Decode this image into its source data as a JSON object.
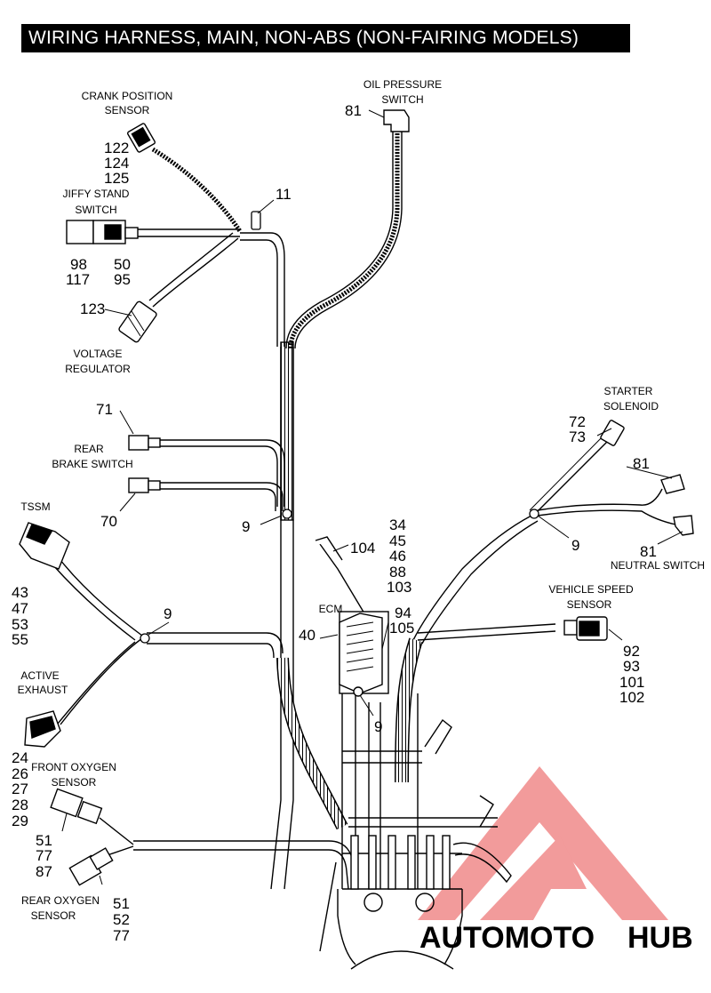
{
  "title": "WIRING HARNESS, MAIN, NON-ABS (NON-FAIRING MODELS)",
  "labels": {
    "crank_position_sensor": [
      "CRANK POSITION",
      "SENSOR"
    ],
    "crank_position_numbers": [
      "122",
      "124",
      "125"
    ],
    "jiffy_stand_switch": [
      "JIFFY STAND",
      "SWITCH"
    ],
    "jiffy_left_numbers": [
      "98",
      "117"
    ],
    "jiffy_right_numbers": [
      "50",
      "95"
    ],
    "voltage_regulator": [
      "VOLTAGE",
      "REGULATOR"
    ],
    "voltage_regulator_number": "123",
    "clip_top_number": "11",
    "oil_pressure_switch": [
      "OIL PRESSURE",
      "SWITCH"
    ],
    "oil_pressure_number": "81",
    "rear_brake_switch": [
      "REAR",
      "BRAKE SWITCH"
    ],
    "rear_brake_number_top": "71",
    "rear_brake_number_bottom": "70",
    "clip_upper_number": "9",
    "tssm": "TSSM",
    "tssm_numbers": [
      "43",
      "47",
      "53",
      "55"
    ],
    "clip_left_number": "9",
    "active_exhaust": [
      "ACTIVE",
      "EXHAUST"
    ],
    "active_exhaust_numbers": [
      "24",
      "26",
      "27",
      "28",
      "29"
    ],
    "front_oxygen_sensor": [
      "FRONT OXYGEN",
      "SENSOR"
    ],
    "front_oxygen_numbers": [
      "51",
      "77",
      "87"
    ],
    "rear_oxygen_sensor": [
      "REAR OXYGEN",
      "SENSOR"
    ],
    "rear_oxygen_numbers": [
      "51",
      "52",
      "77"
    ],
    "ecm": "ECM",
    "ecm_number": "40",
    "ecm_pin_number": "104",
    "ecm_numbers": [
      "34",
      "45",
      "46",
      "88",
      "103"
    ],
    "ecm_side_numbers": [
      "94",
      "105"
    ],
    "clip_ecm_number": "9",
    "starter_solenoid": [
      "STARTER",
      "SOLENOID"
    ],
    "starter_numbers": [
      "72",
      "73"
    ],
    "starter_ring_number": "81",
    "neutral_switch": "NEUTRAL SWITCH",
    "neutral_switch_number": "81",
    "clip_right_number": "9",
    "vehicle_speed_sensor": [
      "VEHICLE SPEED",
      "SENSOR"
    ],
    "vehicle_speed_numbers": [
      "92",
      "93",
      "101",
      "102"
    ],
    "watermark": {
      "text_orange": "AUTOMOTO",
      "text_gray": "HUB",
      "color_orange": "#f2a15c",
      "color_gray": "#8c8c8c",
      "color_logo": "#ee6e6e"
    }
  }
}
